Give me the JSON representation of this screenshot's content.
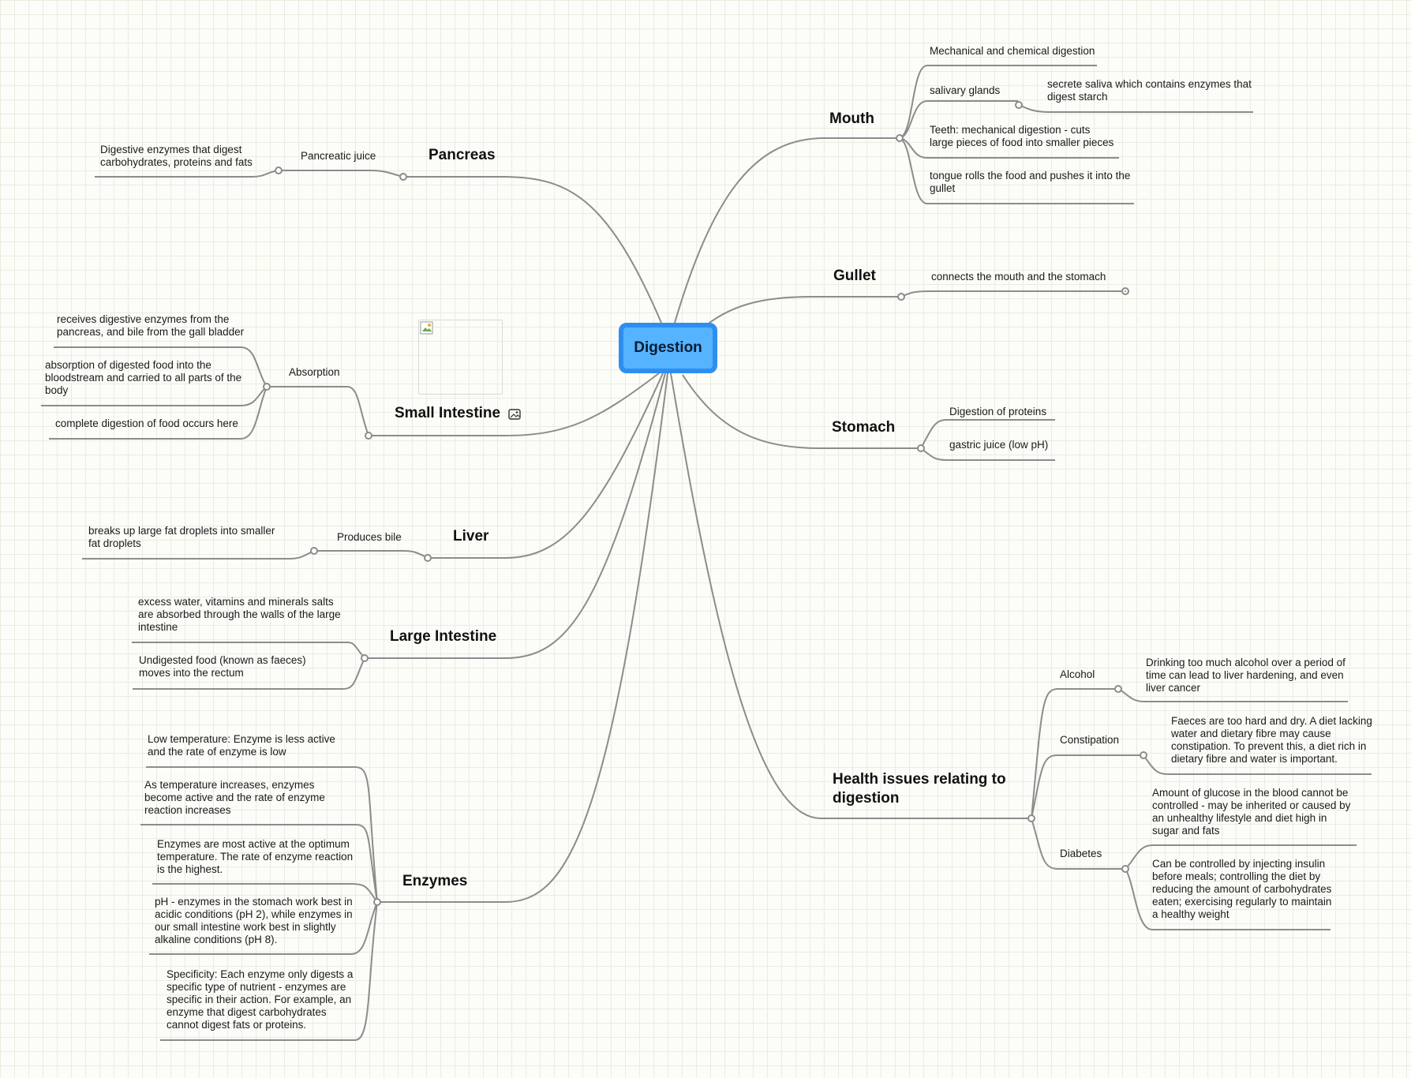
{
  "root": {
    "label": "Digestion"
  },
  "branches": {
    "mouth": {
      "title": "Mouth",
      "items": {
        "mech_chem": "Mechanical and chemical digestion",
        "salivary": "salivary glands",
        "salivary_detail": "secrete saliva which contains enzymes that digest starch",
        "teeth": "Teeth: mechanical digestion - cuts large pieces of food into smaller pieces",
        "tongue": "tongue rolls the food and pushes it into the gullet"
      }
    },
    "gullet": {
      "title": "Gullet",
      "items": {
        "connects": "connects the mouth and the stomach"
      }
    },
    "stomach": {
      "title": "Stomach",
      "items": {
        "proteins": "Digestion of proteins",
        "juice": "gastric juice (low pH)"
      }
    },
    "health": {
      "title": "Health issues relating to digestion",
      "alcohol": {
        "label": "Alcohol",
        "detail": "Drinking too much alcohol over a period of time can lead to liver hardening, and even liver cancer"
      },
      "constipation": {
        "label": "Constipation",
        "detail": "Faeces are too hard and dry. A diet lacking water and dietary fibre may cause constipation. To prevent this, a diet rich in dietary fibre and water is important."
      },
      "diabetes": {
        "label": "Diabetes",
        "detail1": "Amount of glucose in the blood cannot be controlled - may be inherited or caused by an unhealthy lifestyle and diet high in sugar and fats",
        "detail2": "Can be controlled by injecting insulin before meals; controlling the diet by reducing the amount of carbohydrates eaten; exercising regularly to maintain a healthy weight"
      }
    },
    "pancreas": {
      "title": "Pancreas",
      "sub": "Pancreatic juice",
      "detail": "Digestive enzymes that digest carbohydrates, proteins and fats"
    },
    "small_intestine": {
      "title": "Small Intestine",
      "sub": "Absorption",
      "details": {
        "receives": "receives digestive enzymes from the pancreas, and bile from the gall bladder",
        "absorption": "absorption of digested food into the bloodstream and carried to all parts of the body",
        "complete": "complete digestion of food occurs here"
      }
    },
    "liver": {
      "title": "Liver",
      "sub": "Produces bile",
      "detail": "breaks up large fat droplets into smaller fat droplets"
    },
    "large_intestine": {
      "title": "Large Intestine",
      "details": {
        "water": "excess water, vitamins and minerals salts are absorbed through the walls of the large intestine",
        "undigested": "Undigested food (known as faeces) moves into the rectum"
      }
    },
    "enzymes": {
      "title": "Enzymes",
      "details": {
        "low_temp": "Low temperature: Enzyme is less active and the rate of enzyme is low",
        "temp_increase": "As temperature increases, enzymes become active and the rate of enzyme reaction increases",
        "optimum": "Enzymes are most active at the optimum temperature. The rate of enzyme reaction is the highest.",
        "ph": "pH - enzymes in the stomach work best in acidic conditions (pH 2), while enzymes in our small intestine work best in slightly alkaline conditions (pH 8).",
        "specificity": "Specificity: Each enzyme only digests a specific type of nutrient - enzymes are specific in their action. For example, an enzyme that digest carbohydrates cannot digest fats or proteins."
      }
    }
  },
  "icons": {
    "image": "image-icon",
    "broken_image": "broken-image-icon"
  },
  "colors": {
    "root_fill": "#55b3ff",
    "root_border": "#2e8ef0",
    "connector": "#8c8c8c"
  }
}
